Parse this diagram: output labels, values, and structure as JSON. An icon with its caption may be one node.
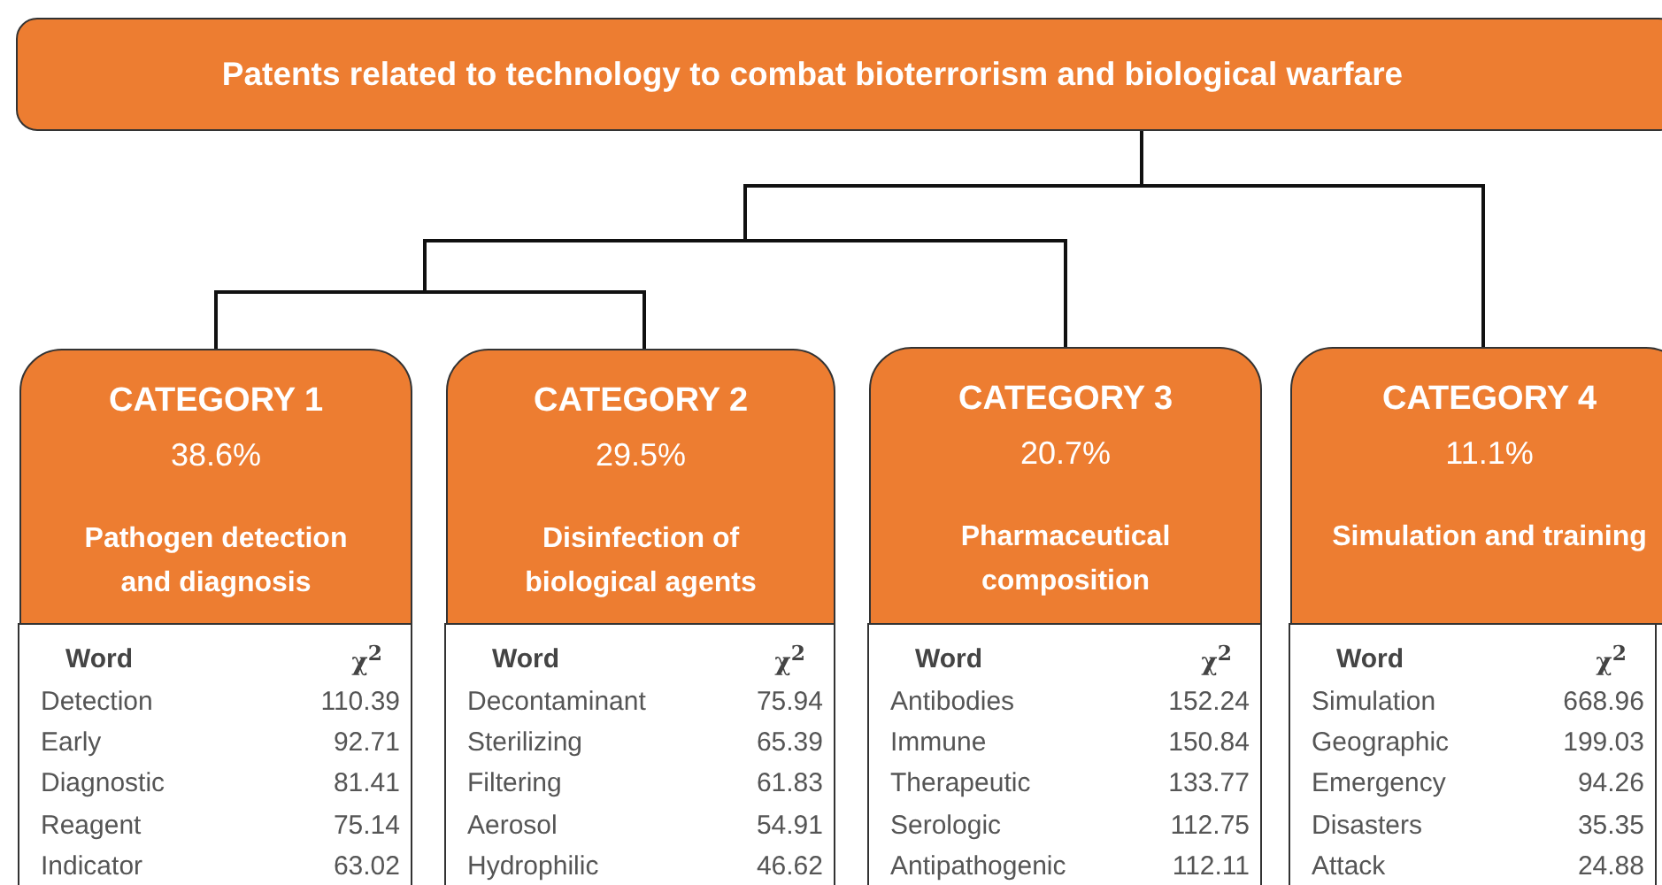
{
  "diagram": {
    "nodes": [
      {
        "text": [
          "Patents related to technology to combat bioterrorism and biological warfare"
        ]
      },
      {
        "text": [
          "CATEGORY 1",
          "38.6%",
          "Pathogen detection and diagnosis"
        ]
      },
      {
        "text": [
          "CATEGORY 2",
          "29.5%",
          "Disinfection of biological agents"
        ]
      },
      {
        "text": [
          "CATEGORY 3",
          "20.7%",
          "Pharmaceutical composition"
        ]
      },
      {
        "text": [
          "CATEGORY 4",
          "11.1%",
          "Simulation and training"
        ]
      },
      {
        "text": [
          "Word",
          "χ$^{2}$",
          "Detection",
          "110.39",
          "Early",
          "92.71",
          "Diagnostic",
          "81.41",
          "Reagent",
          "75.14",
          "Indicator",
          "63.02"
        ]
      },
      {
        "text": [
          "Word",
          "χ$^{2}$",
          "Decontaminant",
          "75.94",
          "Sterilizing",
          "65.39",
          "Filtering",
          "61.83",
          "Aerosol",
          "54.91",
          "Hydrophilic",
          "46.62"
        ]
      },
      {
        "text": [
          "Word",
          "χ$^{2}$",
          "Antibodies",
          "152.24",
          "Immune",
          "150.84",
          "Therapeutic",
          "133.77",
          "Serologic",
          "112.75",
          "Antipathogenic",
          "112.11"
        ]
      },
      {
        "text": [
          "Word",
          "χ$^{2}$",
          "Simulation",
          "668.96",
          "Geographic",
          "199.03",
          "Emergency",
          "94.26",
          "Disasters",
          "35.35",
          "Attack",
          "24.88"
        ]
      }
    ],
    "edges": [
      {
        "from": 0,
        "to": 1,
        "arrow": "none"
      },
      {
        "from": 0,
        "to": 2,
        "arrow": "none"
      },
      {
        "from": 0,
        "to": 3,
        "arrow": "none"
      },
      {
        "from": 0,
        "to": 4,
        "arrow": "none"
      }
    ]
  }
}
